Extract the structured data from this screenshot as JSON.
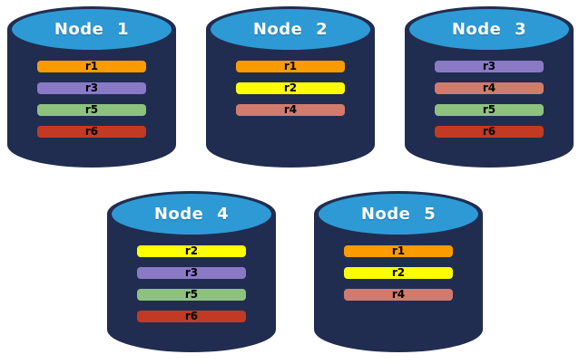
{
  "colors": {
    "background": "#ffffff",
    "cylinder_body": "#202d50",
    "cylinder_top": "#2e9ad5",
    "node_label_text": "#ffffff",
    "replica_label_text": "#000000",
    "replica_r1": "#fa9b00",
    "replica_r2": "#ffff00",
    "replica_r3": "#8a7ac6",
    "replica_r4": "#d07b6e",
    "replica_r5": "#8dc27e",
    "replica_r6": "#c23a24"
  },
  "nodes": [
    {
      "label": "Node 1",
      "replicas": [
        {
          "label": "r1",
          "color": "#fa9b00"
        },
        {
          "label": "r3",
          "color": "#8a7ac6"
        },
        {
          "label": "r5",
          "color": "#8dc27e"
        },
        {
          "label": "r6",
          "color": "#c23a24"
        }
      ]
    },
    {
      "label": "Node 2",
      "replicas": [
        {
          "label": "r1",
          "color": "#fa9b00"
        },
        {
          "label": "r2",
          "color": "#ffff00"
        },
        {
          "label": "r4",
          "color": "#d07b6e"
        }
      ]
    },
    {
      "label": "Node 3",
      "replicas": [
        {
          "label": "r3",
          "color": "#8a7ac6"
        },
        {
          "label": "r4",
          "color": "#d07b6e"
        },
        {
          "label": "r5",
          "color": "#8dc27e"
        },
        {
          "label": "r6",
          "color": "#c23a24"
        }
      ]
    },
    {
      "label": "Node 4",
      "replicas": [
        {
          "label": "r2",
          "color": "#ffff00"
        },
        {
          "label": "r3",
          "color": "#8a7ac6"
        },
        {
          "label": "r5",
          "color": "#8dc27e"
        },
        {
          "label": "r6",
          "color": "#c23a24"
        }
      ]
    },
    {
      "label": "Node 5",
      "replicas": [
        {
          "label": "r1",
          "color": "#fa9b00"
        },
        {
          "label": "r2",
          "color": "#ffff00"
        },
        {
          "label": "r4",
          "color": "#d07b6e"
        }
      ]
    }
  ]
}
